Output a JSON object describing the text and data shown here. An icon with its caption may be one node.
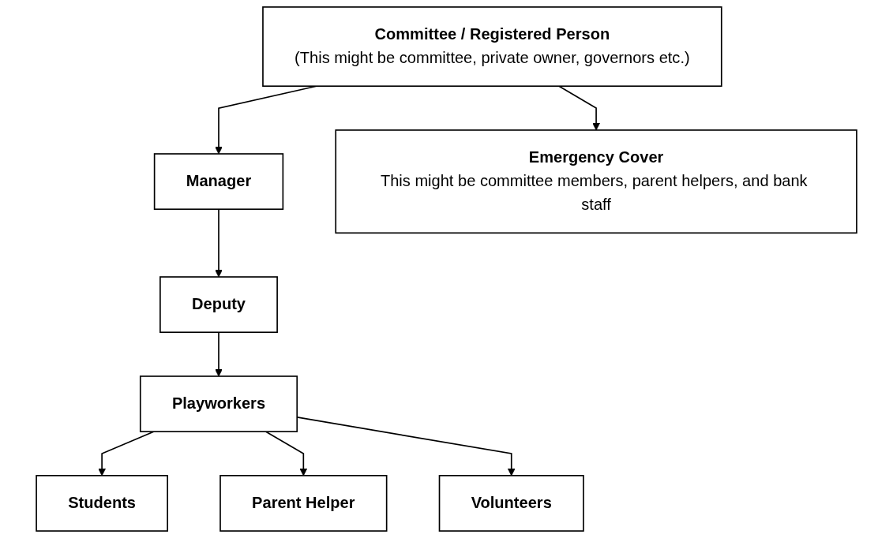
{
  "diagram": {
    "nodes": [
      {
        "text": [
          "Committee / Registered Person",
          "(This might be committee, private owner, governors etc.)"
        ]
      },
      {
        "text": [
          "Manager"
        ]
      },
      {
        "text": [
          "Deputy"
        ]
      },
      {
        "text": [
          "Playworkers"
        ]
      },
      {
        "text": [
          "Emergency Cover",
          "This might be committee members, parent helpers, and bank staff"
        ]
      },
      {
        "text": [
          "Students"
        ]
      },
      {
        "text": [
          "Parent Helper"
        ]
      },
      {
        "text": [
          "Volunteers"
        ]
      }
    ],
    "edges": [
      {
        "from": 0,
        "to": 1,
        "arrow": "to"
      },
      {
        "from": 0,
        "to": 4,
        "arrow": "to"
      },
      {
        "from": 1,
        "to": 2,
        "arrow": "to"
      },
      {
        "from": 2,
        "to": 3,
        "arrow": "to"
      },
      {
        "from": 3,
        "to": 5,
        "arrow": "to"
      },
      {
        "from": 3,
        "to": 6,
        "arrow": "to"
      },
      {
        "from": 3,
        "to": 7,
        "arrow": "to"
      }
    ]
  }
}
